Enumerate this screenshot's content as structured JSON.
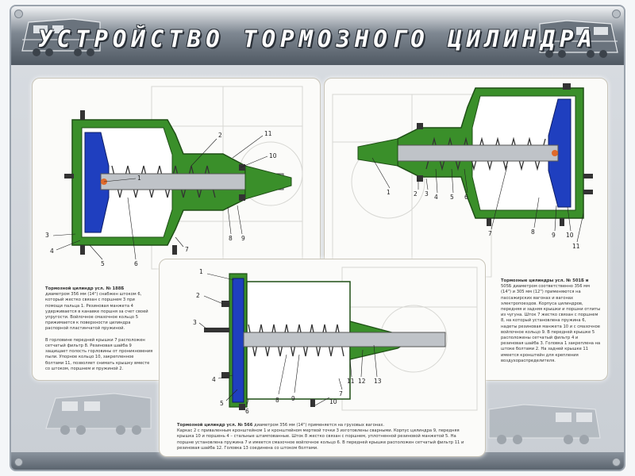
{
  "title": "УСТРОЙСТВО ТОРМОЗНОГО ЦИЛИНДРА",
  "colors": {
    "housing": "#3a8f2a",
    "piston": "#1f3fbf",
    "rod": "#bfc3c8",
    "background_panel": "#fbfbf9"
  },
  "left_panel": {
    "labels": [
      "1",
      "2",
      "3",
      "4",
      "5",
      "6",
      "7",
      "8",
      "9",
      "10",
      "11"
    ],
    "caption": {
      "title": "Тормозной цилиндр усл. № 188Б",
      "lines": [
        "диаметром 356 мм (14\") снабжен штоком 6,",
        "который жестко связан с поршнем 3 при",
        "помощи пальца 1. Резиновая манжета 4",
        "удерживается в канавке поршня за счет своей",
        "упругости. Войлочное смазочное кольцо 5",
        "прижимается к поверхности цилиндра",
        "распорной пластинчатой пружиной.",
        "",
        "В горловине передней крышки 7 расположен",
        "сетчатый фильтр 8. Резиновая шайба 9",
        "защищает полость горловины от проникновения",
        "пыли. Упорное кольцо 10, закрепленное",
        "болтами 11, позволяет снимать крышку вместе",
        "со штоком, поршнем и пружиной 2."
      ]
    }
  },
  "right_panel": {
    "labels": [
      "1",
      "2",
      "3",
      "4",
      "5",
      "6",
      "7",
      "8",
      "9",
      "10",
      "11"
    ],
    "caption": {
      "title": "Тормозные цилиндры усл. № 501Б и",
      "lines": [
        "505Б диаметром соответственно 356 мм",
        "(14\") и 305 мм (12\") применяются на",
        "пассажирских вагонах и вагонах",
        "электропоездов. Корпуса цилиндров,",
        "передняя и задняя крышки и поршни отлиты",
        "из чугуна. Шток 7 жестко связан с поршнем",
        "8, на который установлена пружина 6,",
        "надеты резиновая манжета 10 и с смазочное",
        "войлочное кольцо 9. В передней крышке 5",
        "расположены сетчатый фильтр 4 и",
        "резиновая шайба 3. Головка 1 закреплена на",
        "штоке болтами 2. На задней крышке 11",
        "имеется кронштейн для крепления",
        "воздухораспределителя."
      ]
    }
  },
  "center_panel": {
    "labels": [
      "1",
      "2",
      "3",
      "4",
      "5",
      "6",
      "7",
      "8",
      "9",
      "10",
      "11",
      "12",
      "13"
    ],
    "caption": {
      "title": "Тормозной цилиндр усл. № 566",
      "lines": [
        "диаметром 356 мм (14\") применяется на грузовых вагонах.",
        "Каркас 2 с приваленным кронштейном 1 и кронштейном мертвой точки 3 изготовлены сварными. Корпус цилиндра 9, передняя",
        "крышка 10 и поршень 4 – стальные штампованные. Шток 8 жестко связан с поршнем, уплотненной резиновой манжетой 5. На",
        "поршне установлена пружина 7 и имеется смазочное войлочное кольцо 6. В передней крышке расположен сетчатый фильтр 11 и",
        "резиновая шайба 12. Головка 13 соединена со штоком болтами."
      ]
    }
  }
}
